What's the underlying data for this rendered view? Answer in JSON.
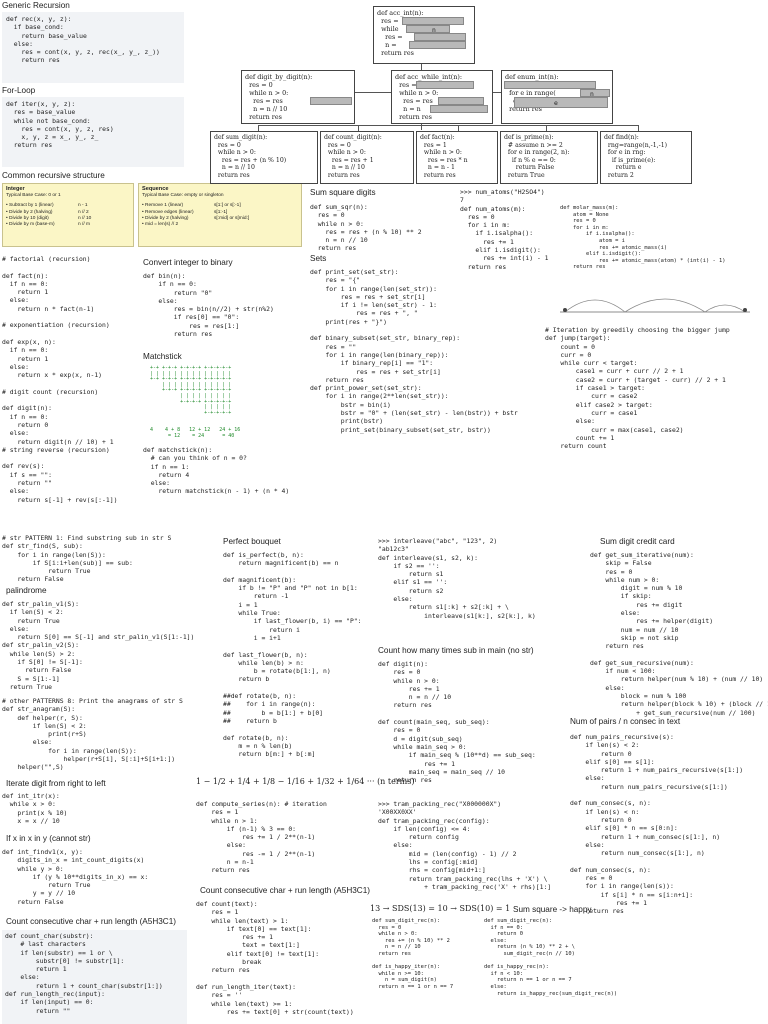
{
  "headers": {
    "generic_recursion": "Generic Recursion",
    "for_loop": "For-Loop",
    "common_recursive_structure": "Common recursive structure",
    "convert_binary": "Convert integer to binary",
    "matchstick": "Matchstick",
    "sum_square_digits": "Sum square digits",
    "sets": "Sets",
    "palindrome": "palindrome",
    "iterate_digit": "Iterate digit from right to left",
    "if_x_in_y": "If x in x in y (cannot str)",
    "count_consecutive_left": "Count consecutive char + run length (A5H3C1)",
    "perfect_bouquet": "Perfect bouquet",
    "count_consecutive_mid": "Count consecutive char + run length (A5H3C1)",
    "count_substring": "Count how many times sub in main (no str)",
    "sum_digit_credit": "Sum digit credit card",
    "num_pairs": "Num of pairs / n consec in text",
    "sum_square_happy": "Sum square -> happy"
  },
  "code": {
    "rec": "def rec(x, y, z):\n  if base_cond:\n    return base_value\n  else:\n    res = cont(x, y, z, rec(x_, y_, z_))\n    return res",
    "iter": "def iter(x, y, z):\n  res = base_value\n  while not base_cond:\n    res = cont(x, y, z, res)\n    x, y, z = x_, y_, z_\n  return res",
    "factorial": "# factorial (recursion)\n\ndef fact(n):\n  if n == 0:\n    return 1\n  else:\n    return n * fact(n-1)\n\n# exponentiation (recursion)\n\ndef exp(x, n):\n  if n == 0:\n    return 1\n  else:\n    return x * exp(x, n-1)\n\n# digit count (recursion)\n\ndef digit(n):\n  if n == 0:\n    return 0\n  else:\n    return digit(n // 10) + 1\n# string reverse (recursion)\n\ndef rev(s):\n  if s == \"\":\n    return \"\"\n  else:\n    return s[-1] + rev(s[:-1])",
    "binary": "def bin(n):\n    if n == 0:\n        return \"0\"\n    else:\n        res = bin(n//2) + str(n%2)\n        if res[0] == \"0\":\n            res = res[1:]\n        return res",
    "matchstick": "def matchstick(n):\n  # can you think of n = 0?\n  if n == 1:\n    return 4\n  else:\n    return matchstick(n - 1) + (n * 4)",
    "sum_sqr": "def sum_sqr(n):\n  res = 0\n  while n > 0:\n    res = res + (n % 10) ** 2\n    n = n // 10\n  return res",
    "sets": "def print_set(set_str):\n    res = \"{\"\n    for i in range(len(set_str)):\n        res = res + set_str[i]\n        if i != len(set_str) - 1:\n            res = res + \", \"\n    print(res + \"}\")\n\ndef binary_subset(set_str, binary_rep):\n    res = \"\"\n    for i in range(len(binary_rep)):\n        if binary_rep[i] == \"1\":\n            res = res + set_str[i]\n    return res\ndef print_power_set(set_str):\n    for i in range(2**len(set_str)):\n        bstr = bin(i)\n        bstr = \"0\" + (len(set_str) - len(bstr)) + bstr\n        print(bstr)\n        print_set(binary_subset(set_str, bstr))",
    "num_atoms": ">>> num_atoms(\"H2SO4\")\n7\ndef num_atoms(m):\n  res = 0\n  for i in m:\n    if i.isalpha():\n      res += 1\n    elif i.isdigit():\n      res += int(i) - 1\n  return res",
    "molar_mass": "def molar_mass(m):\n    atom = None\n    res = 0\n    for i in m:\n        if i.isalpha():\n            atom = i\n            res += atomic_mass(i)\n        elif i.isdigit():\n            res += atomic_mass(atom) * (int(i) - 1)\n    return res",
    "jump": "# Iteration by greedily choosing the bigger jump\ndef jump(target):\n    count = 0\n    curr = 0\n    while curr < target:\n        case1 = curr + curr // 2 + 1\n        case2 = curr + (target - curr) // 2 + 1\n        if case1 > target:\n            curr = case2\n        elif case2 > target:\n            curr = case1\n        else:\n            curr = max(case1, case2)\n        count += 1\n    return count",
    "substring": "# str PATTERN 1: Find substring sub in str S\ndef str_find(S, sub):\n    for i in range(len(S)):\n        if S[i:i+len(sub)] == sub:\n            return True\n    return False",
    "palindrome": "def str_palin_v1(S):\n  if len(S) < 2:\n    return True\n  else:\n    return S[0] == S[-1] and str_palin_v1(S[1:-1])\ndef str_palin_v2(S):\n  while len(S) > 2:\n    if S[0] != S[-1]:\n      return False\n    S = S[1:-1]\n  return True",
    "anagram": "# other PATTERNS 8: Print the anagrams of str S\ndef str_anagram(S):\n    def helper(r, S):\n        if len(S) < 2:\n            print(r+S)\n        else:\n            for i in range(len(S)):\n                helper(r+S[i], S[:i]+S[i+1:])\n    helper(\"\",S)",
    "int_itr": "def int_itr(x):\n  while x > 0:\n    print(x % 10)\n    x = x // 10",
    "findv1": "def int_findv1(x, y):\n    digits_in_x = int_count_digits(x)\n    while y > 0:\n        if (y % 10**digits_in_x) == x:\n            return True\n        y = y // 10\n    return False",
    "count_char": "def count_char(substr):\n    # last characters\n    if len(substr) == 1 or \\\n        substr[0] != substr[1]:\n        return 1\n    else:\n        return 1 + count_char(substr[1:])\ndef run_length_rec(input):\n    if len(input) == 0:\n        return \"\"",
    "perfect": "def is_perfect(b, n):\n    return magnificent(b) == n\n\ndef magnificent(b):\n    if b != \"P\" and \"P\" not in b[1:\n        return -1\n    i = 1\n    while True:\n        if last_flower(b, i) == \"P\":\n            return i\n        i = i+1\n\ndef last_flower(b, n):\n    while len(b) > n:\n        b = rotate(b[1:], n)\n    return b\n\n##def rotate(b, n):\n##    for i in range(n):\n##        b = b[1:] + b[0]\n##    return b\n\ndef rotate(b, n):\n    m = n % len(b)\n    return b[m:] + b[:m]",
    "series": "def compute_series(n): # iteration\n    res = 1\n    while n > 1:\n        if (n-1) % 3 == 0:\n            res += 1 / 2**(n-1)\n        else:\n            res -= 1 / 2**(n-1)\n        n = n-1\n    return res",
    "run_length": "def count(text):\n    res = 1\n    while len(text) > 1:\n        if text[0] == text[1]:\n            res += 1\n            text = text[1:]\n        elif text[0] != text[1]:\n            break\n    return res\n\ndef run_length_iter(text):\n    res = ''\n    while len(text) >= 1:\n        res += text[0] + str(count(text))",
    "interleave": ">>> interleave(\"abc\", \"123\", 2)\n\"ab12c3\"\ndef interleave(s1, s2, k):\n    if s2 == '':\n        return s1\n    elif s1 == '':\n        return s2\n    else:\n        return s1[:k] + s2[:k] + \\\n            interleave(s1[k:], s2[k:], k)",
    "digit_count": "def digit(n):\n    res = 0\n    while n > 0:\n        res += 1\n        n = n // 10\n    return res\n\ndef count(main_seq, sub_seq):\n    res = 0\n    d = digit(sub_seq)\n    while main_seq > 0:\n        if main_seq % (10**d) == sub_seq:\n            res += 1\n        main_seq = main_seq // 10\n    return res",
    "tram": ">>> tram_packing_rec(\"X000000X\")\n'X00XX0XX'\ndef tram_packing_rec(config):\n    if len(config) <= 4:\n        return config\n    else:\n        mid = (len(config) - 1) // 2\n        lhs = config[:mid]\n        rhs = config[mid+1:]\n        return tram_packing_rec(lhs + 'X') \\\n            + tram_packing_rec('X' + rhs)[1:]",
    "credit": "def get_sum_iterative(num):\n    skip = False\n    res = 0\n    while num > 0:\n        digit = num % 10\n        if skip:\n            res += digit\n        else:\n            res += helper(digit)\n        num = num // 10\n        skip = not skip\n    return res\n\ndef get_sum_recursive(num):\n    if num < 100:\n        return helper(num % 10) + (num // 10)\n    else:\n        block = num % 100\n        return helper(block % 10) + (block // 10)\n            + get_sum_recursive(num // 100)",
    "pairs": "def num_pairs_recursive(s):\n    if len(s) < 2:\n        return 0\n    elif s[0] == s[1]:\n        return 1 + num_pairs_recursive(s[1:])\n    else:\n        return num_pairs_recursive(s[1:])\n\ndef num_consec(s, n):\n    if len(s) < n:\n        return 0\n    elif s[0] * n == s[0:n]:\n        return 1 + num_consec(s[1:], n)\n    else:\n        return num_consec(s[1:], n)\n\ndef num_consec(s, n):\n    res = 0\n    for i in range(len(s)):\n        if s[i] * n == s[i:n+i]:\n            res += 1\n    return res",
    "happy_left": "def sum_digit_rec(n):\n  res = 0\n  while n > 0:\n    res += (n % 10) ** 2\n    n = n // 10\n  return res\n\ndef is_happy_iter(n):\n  while n >= 10:\n    n = sum_digit(n)\n  return n == 1 or n == 7",
    "happy_right": "def sum_digit_rec(n):\n  if n == 0:\n    return 0\n  else:\n    return (n % 10) ** 2 + \\\n      sum_digit_rec(n // 10)\n\ndef is_happy_rec(n):\n  if n < 10:\n    return n == 1 or n == 7\n  else:\n    return is_happy_rec(sum_digit_rec(n))"
  },
  "diagram": {
    "acc_int": "def acc_int(n):\n  res =\n  while\n    res =\n    n =\n  return res",
    "acc_int_n_label": "n",
    "digit_by_digit": "def digit_by_digit(n):\n  res = 0\n  while n > 0:\n    res = res\n    n = n // 10\n  return res",
    "acc_while_int": "def acc_while_int(n):\n  res =\n  while n > 0:\n    res = res\n    n = n\n  return res",
    "enum_int": "def enum_int(n):\n  res =\n  for e in range(\n    e\n  return res",
    "enum_n_label": "n",
    "enum_e_label": "e",
    "sum_digit": "def sum_digit(n):\n  res = 0\n  while n > 0:\n    res = res + (n % 10)\n    n = n // 10\n  return res",
    "count_digit": "def count_digit(n):\n  res = 0\n  while n > 0:\n    res = res + 1\n    n = n // 10\n  return res",
    "fact_box": "def fact(n):\n  res = 1\n  while n > 0:\n    res = res * n\n    n = n - 1\n  return res",
    "is_prime": "def is_prime(n):\n  # assume n >= 2\n  for e in range(2, n):\n    if n % e == 0:\n      return False\n  return True",
    "find": "def find(n):\n  rng=range(n,-1,-1)\n  for e in rng:\n    if is_prime(e):\n      return e\n  return 2"
  },
  "yellow": {
    "integer_title": "Integer",
    "integer_base": "Typical Base Case: 0 or 1",
    "integer_rows": [
      [
        "Subtract by 1 (linear)",
        "n - 1"
      ],
      [
        "Divide by 2 (halving)",
        "n // 2"
      ],
      [
        "Divide by 10 (digit)",
        "n // 10"
      ],
      [
        "Divide by m (base-m)",
        "n // m"
      ]
    ],
    "sequence_title": "Sequence",
    "sequence_base": "Typical Base Case: empty or singleton",
    "sequence_rows": [
      [
        "Remove 1 (linear)",
        "s[1:] or s[:-1]"
      ],
      [
        "Remove edges (linear)",
        "s[1:-1]"
      ],
      [
        "Divide by 2 (halving)",
        "s[:mid] or s[mid:]"
      ],
      [
        "mid = len(s) // 2",
        ""
      ]
    ]
  },
  "matchstick_grid": "+-+ +-+-+ +-+-+-+ +-+-+-+-+\n| | | | | | | | | | | | | |\n+-+ +-+-+ +-+-+-+ +-+-+-+-+\n    | | | | | | | | | | | |\n    +-+-+ +-+-+-+ +-+-+-+-+\n          | | | | | | | | |\n          +-+-+-+ +-+-+-+-+\n                  | | | | |\n                  +-+-+-+-+",
  "matchstick_counts": "4    4 + 8   12 + 12   24 + 16\n      = 12    = 24      = 40",
  "series_formula": {
    "lead": "1 − 1/2 + 1/4 + 1/8 − 1/16 + 1/32 + 1/64 ···",
    "tail": "(n terms)"
  },
  "happy_formula": "13 → SDS(13) = 10 → SDS(10) = 1",
  "colors": {
    "keyword": "#c0411d",
    "function": "#1f3aa6",
    "comment": "#b0241f",
    "shade": "#f1f3f6",
    "yellow": "#fbf6c6",
    "green": "#1f8a2a"
  }
}
